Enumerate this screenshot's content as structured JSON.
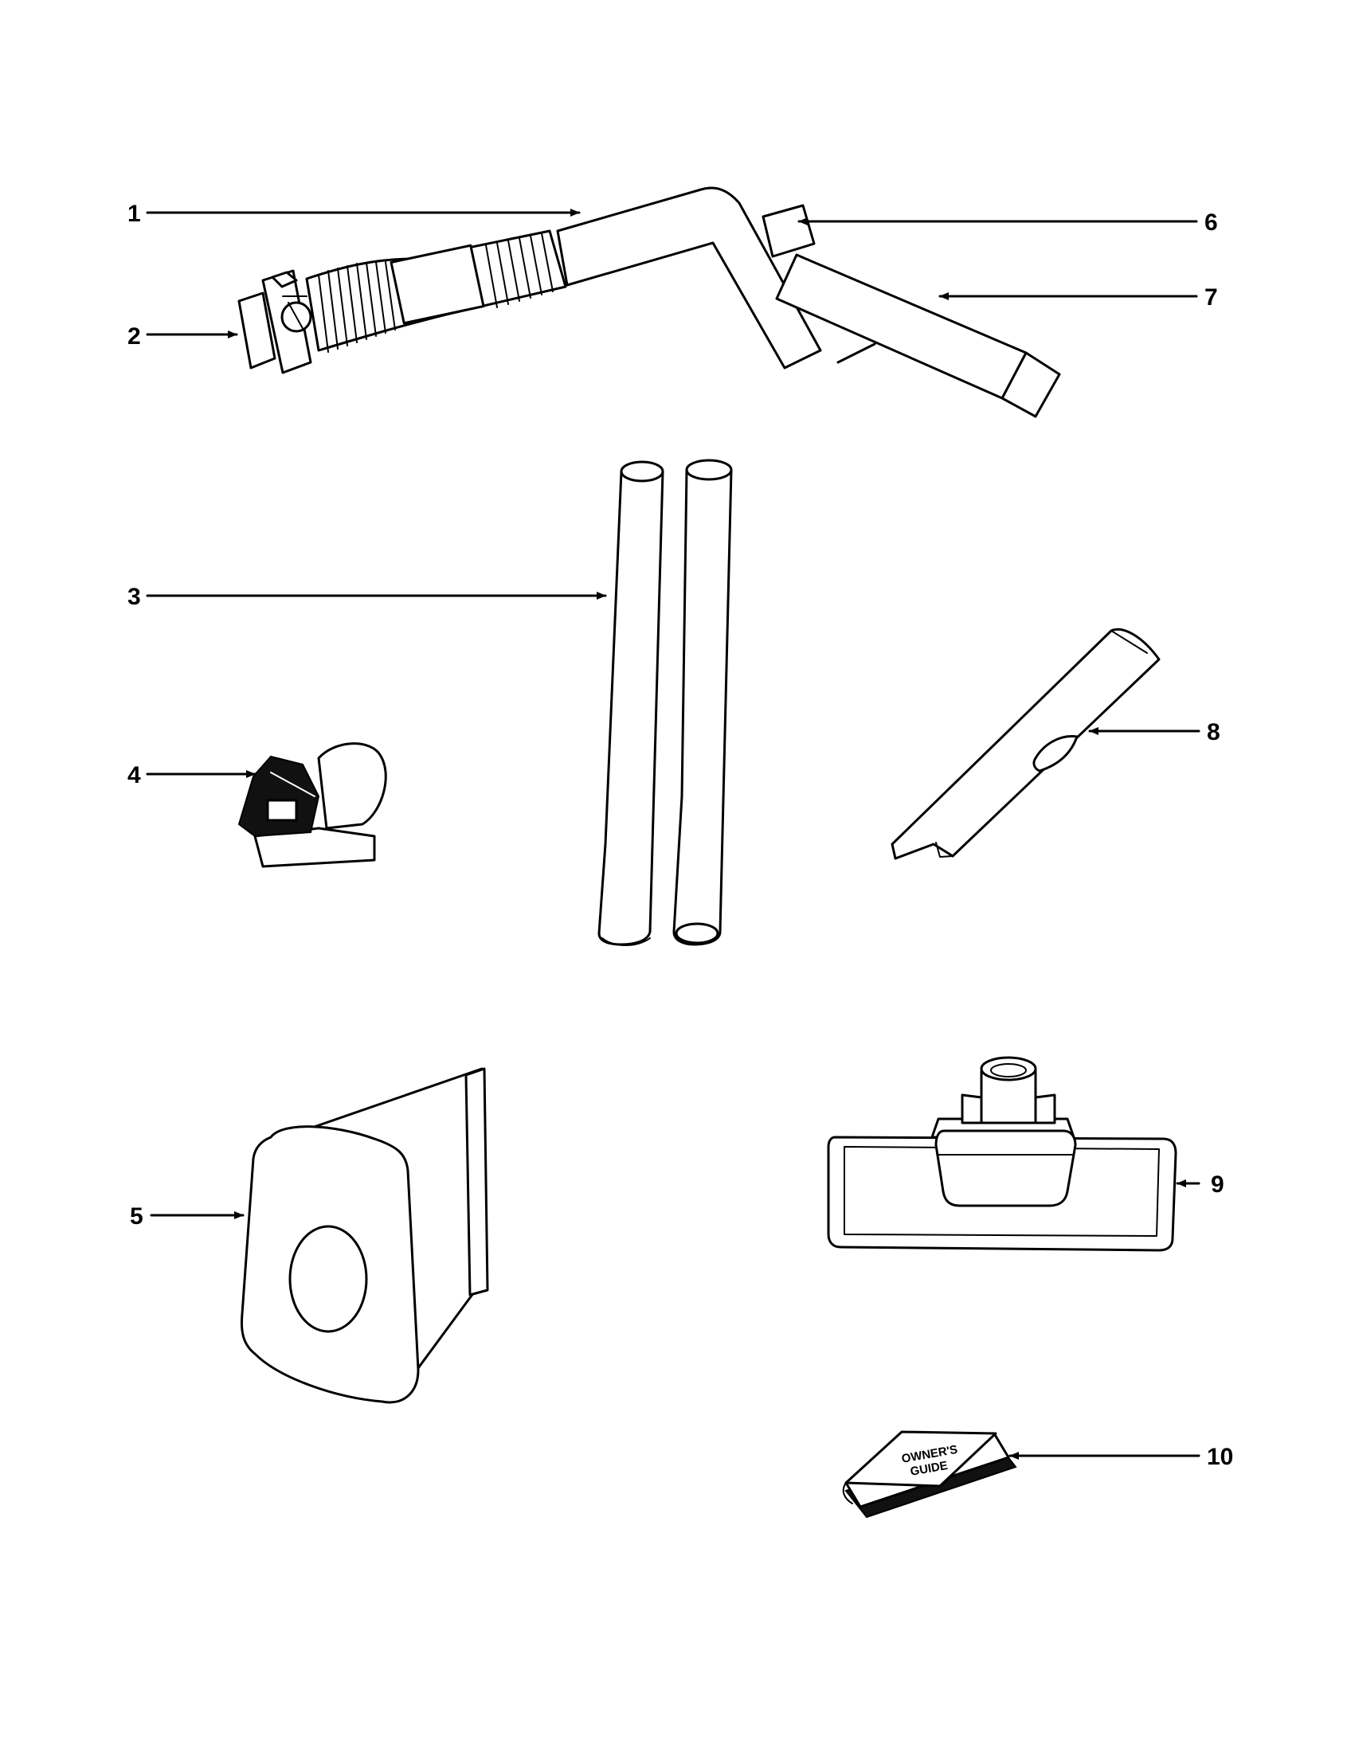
{
  "callouts": [
    {
      "id": "c1",
      "label": "1"
    },
    {
      "id": "c2",
      "label": "2"
    },
    {
      "id": "c3",
      "label": "3"
    },
    {
      "id": "c4",
      "label": "4"
    },
    {
      "id": "c5",
      "label": "5"
    },
    {
      "id": "c6",
      "label": "6"
    },
    {
      "id": "c7",
      "label": "7"
    },
    {
      "id": "c8",
      "label": "8"
    },
    {
      "id": "c9",
      "label": "9"
    },
    {
      "id": "c10",
      "label": "10"
    }
  ],
  "book": {
    "line1": "OWNER'S",
    "line2": "GUIDE"
  }
}
